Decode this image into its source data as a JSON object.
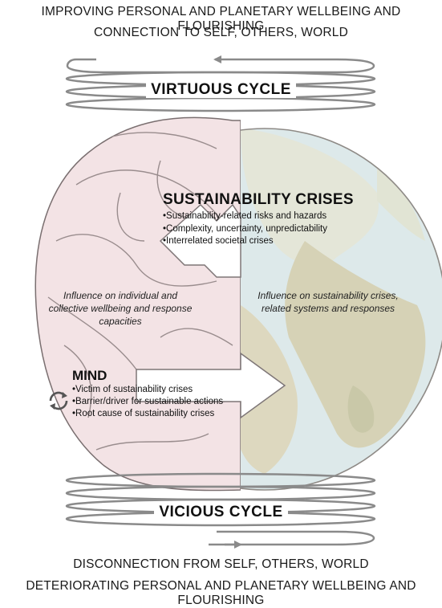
{
  "header": {
    "line1": "IMPROVING PERSONAL AND PLANETARY WELLBEING AND FLOURISHING",
    "line2": "CONNECTION TO SELF, OTHERS, WORLD"
  },
  "virtuous_cycle": {
    "label": "VIRTUOUS CYCLE"
  },
  "sustainability_crises": {
    "title": "SUSTAINABILITY CRISES",
    "items": [
      "Sustainability-related risks and hazards",
      "Complexity, uncertainty, unpredictability",
      "Interrelated societal crises"
    ]
  },
  "influences": {
    "left": "Influence on individual and collective wellbeing and response capacities",
    "right": "Influence on sustainability crises, related systems and responses"
  },
  "mind": {
    "title": "MIND",
    "items": [
      "Victim of sustainability crises",
      "Barrier/driver for sustainable actions",
      "Root cause of sustainability crises"
    ]
  },
  "vicious_cycle": {
    "label": "VICIOUS CYCLE"
  },
  "footer": {
    "line1": "DISCONNECTION FROM SELF, OTHERS, WORLD",
    "line2": "DETERIORATING PERSONAL AND PLANETARY WELLBEING AND FLOURISHING"
  },
  "icons": {
    "cycle": "recycle-arrows-icon"
  },
  "colors": {
    "globe_water": "#dde9ea",
    "globe_land": "#d6d2b6",
    "brain": "#f3e3e5",
    "brain_outline": "#7a6f70",
    "spiral": "#8a8a8a"
  }
}
